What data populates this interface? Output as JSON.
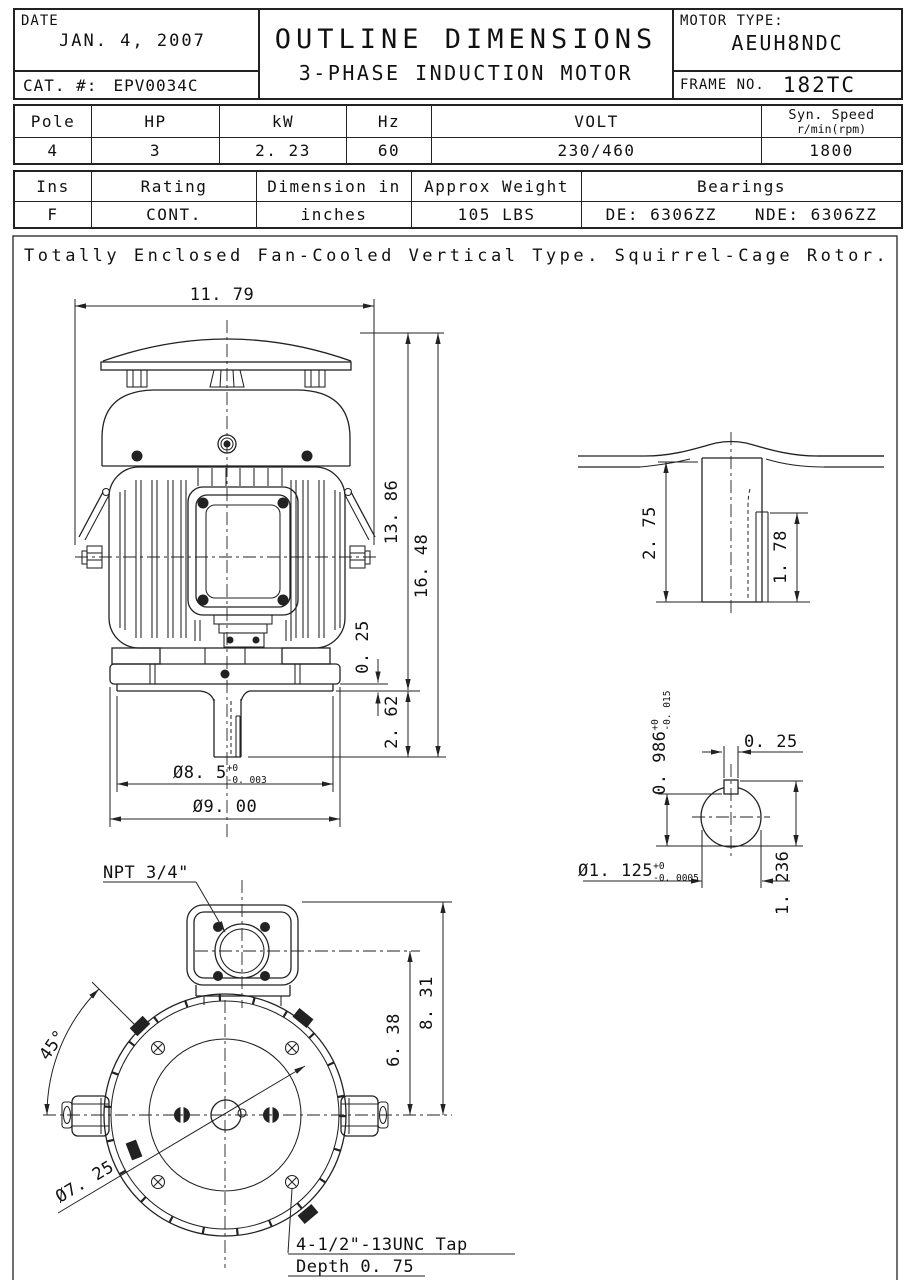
{
  "header": {
    "date_label": "DATE",
    "date_value": "JAN. 4, 2007",
    "cat_label": "CAT. #:",
    "cat_value": "EPV0034C",
    "title_line1": "OUTLINE DIMENSIONS",
    "title_line2": "3-PHASE INDUCTION MOTOR",
    "motor_type_label": "MOTOR TYPE:",
    "motor_type_value": "AEUH8NDC",
    "frame_label": "FRAME NO.",
    "frame_value": "182TC"
  },
  "spec1": {
    "h": {
      "pole": "Pole",
      "hp": "HP",
      "kw": "kW",
      "hz": "Hz",
      "volt": "VOLT",
      "syn1": "Syn. Speed",
      "syn2": "r/min(rpm)"
    },
    "v": {
      "pole": "4",
      "hp": "3",
      "kw": "2. 23",
      "hz": "60",
      "volt": "230/460",
      "syn": "1800"
    }
  },
  "spec2": {
    "h": {
      "ins": "Ins",
      "rating": "Rating",
      "dim": "Dimension in",
      "weight": "Approx Weight",
      "bearings": "Bearings"
    },
    "v": {
      "ins": "F",
      "rating": "CONT.",
      "dim": "inches",
      "weight": "105 LBS",
      "de": "DE: 6306ZZ",
      "nde": "NDE: 6306ZZ"
    }
  },
  "description": "Totally Enclosed Fan-Cooled Vertical Type. Squirrel-Cage Rotor.",
  "front": {
    "w": "11. 79",
    "h1": "13. 86",
    "h2": "16. 48",
    "step": "0. 25",
    "ext": "2. 62",
    "pilot": "Ø8. 5",
    "pilot_p": "+0",
    "pilot_m": "-0. 003",
    "flange": "Ø9. 00"
  },
  "shaft": {
    "len": "2. 75",
    "key": "1. 78"
  },
  "key": {
    "h": "0. 986",
    "h_p": "+0",
    "h_m": "-0. 015",
    "w": "0. 25",
    "dia": "Ø1. 125",
    "dia_p": "+0",
    "dia_m": "-0. 0005",
    "total": "1. 236"
  },
  "bottom": {
    "npt": "NPT 3/4\"",
    "angle": "45°",
    "bc": "Ø7. 25",
    "d1": "6. 38",
    "d2": "8. 31",
    "tap1": "4-1/2\"-13UNC Tap",
    "tap2": "Depth 0. 75"
  }
}
